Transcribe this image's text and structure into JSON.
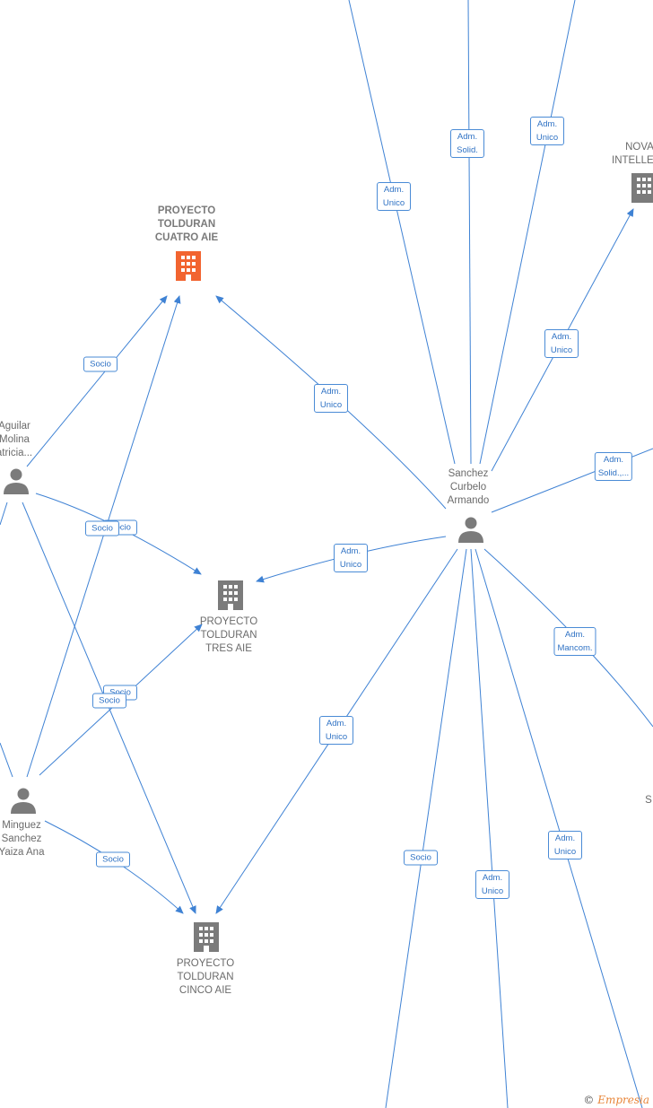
{
  "nodes": {
    "cuatro": {
      "label": "PROYECTO\nTOLDURAN\nCUATRO  AIE"
    },
    "tres": {
      "label": "PROYECTO\nTOLDURAN\nTRES  AIE"
    },
    "cinco": {
      "label": "PROYECTO\nTOLDURAN\nCINCO  AIE"
    },
    "nova": {
      "label": "NOVA\nINTELLECT"
    },
    "aguilar": {
      "label": "Aguilar\nMolina\natricia..."
    },
    "minguez": {
      "label": "Minguez\nSanchez\nYaiza Ana"
    },
    "sanchez": {
      "label": "Sanchez\nCurbelo\nArmando"
    },
    "s_partial": {
      "label": "S"
    }
  },
  "edge_labels": {
    "e1": "Adm.\nUnico",
    "e2": "Adm.\nSolid.",
    "e3": "Adm.\nUnico",
    "e4": "Adm.\nUnico",
    "e5": "Socio",
    "e6": "Adm.\nUnico",
    "e7": "Adm.\nSolid.,...",
    "e8": "Socio",
    "e9": "Socio",
    "e10": "Adm.\nUnico",
    "e11": "Adm.\nMancom.",
    "e12": "Socio",
    "e13": "Socio",
    "e14": "Adm.\nUnico",
    "e15": "Socio",
    "e16": "Socio",
    "e17": "Adm.\nUnico",
    "e18": "Adm.\nUnico"
  },
  "colors": {
    "edge": "#3f82d4",
    "highlight": "#f26430",
    "node": "#7b7b7b"
  },
  "watermark": {
    "symbol": "©",
    "brand": "Empresia"
  }
}
